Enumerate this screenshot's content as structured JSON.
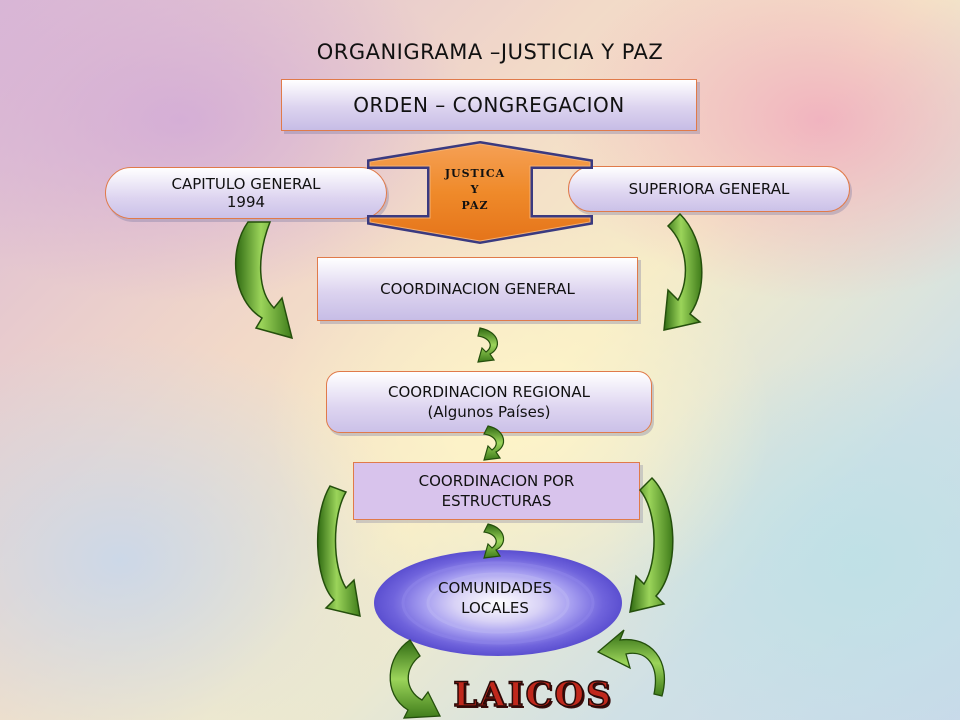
{
  "title": "ORGANIGRAMA –JUSTICIA  Y  PAZ",
  "nodes": {
    "orden": "ORDEN – CONGREGACION",
    "capitulo": "CAPITULO GENERAL\n1994",
    "superiora": "SUPERIORA  GENERAL",
    "justicia": "JUSTICA\nY\nPAZ",
    "coord_general": "COORDINACION GENERAL",
    "coord_regional": "COORDINACION REGIONAL\n(Algunos Países)",
    "coord_estructuras": "COORDINACION POR\nESTRUCTURAS",
    "comunidades": "COMUNIDADES\nLOCALES",
    "laicos": "LAICOS"
  },
  "colors": {
    "box_border": "#e07a4a",
    "arrow_green": "#6aa832",
    "justicia_orange": "#f08a2a",
    "laicos_red": "#c0281c"
  }
}
